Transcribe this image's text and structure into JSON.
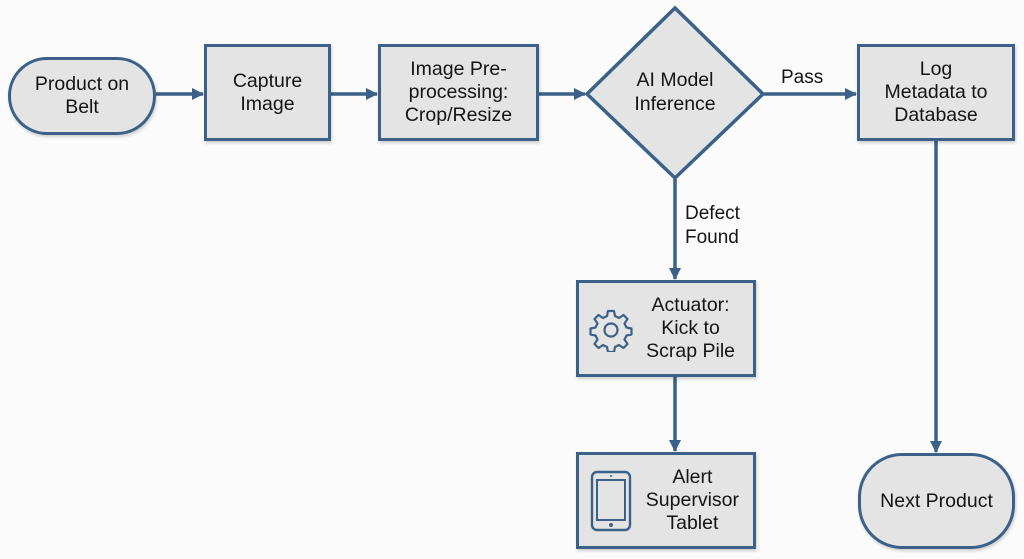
{
  "diagram": {
    "title": "Automated visual defect inspection flow",
    "colors": {
      "stroke": "#3b6188",
      "fill": "#e4e4e4",
      "text": "#141414",
      "background": "#fbfbfb"
    },
    "nodes": {
      "start": {
        "label": "Product on\nBelt",
        "shape": "terminator"
      },
      "capture": {
        "label": "Capture\nImage",
        "shape": "process"
      },
      "preprocess": {
        "label": "Image Pre-\nprocessing:\nCrop/Resize",
        "shape": "process"
      },
      "inference": {
        "label": "AI Model\nInference",
        "shape": "decision"
      },
      "log": {
        "label": "Log\nMetadata to\nDatabase",
        "shape": "process"
      },
      "actuator": {
        "label": "Actuator:\nKick to\nScrap Pile",
        "shape": "process",
        "icon": "gear-icon"
      },
      "alert": {
        "label": "Alert\nSupervisor\nTablet",
        "shape": "process",
        "icon": "tablet-icon"
      },
      "end": {
        "label": "Next Product",
        "shape": "terminator"
      }
    },
    "edges": [
      {
        "from": "start",
        "to": "capture",
        "label": ""
      },
      {
        "from": "capture",
        "to": "preprocess",
        "label": ""
      },
      {
        "from": "preprocess",
        "to": "inference",
        "label": ""
      },
      {
        "from": "inference",
        "to": "log",
        "label": "Pass"
      },
      {
        "from": "inference",
        "to": "actuator",
        "label": "Defect\nFound"
      },
      {
        "from": "actuator",
        "to": "alert",
        "label": ""
      },
      {
        "from": "log",
        "to": "end",
        "label": ""
      }
    ],
    "edge_labels": {
      "pass": "Pass",
      "defect": "Defect\nFound"
    }
  }
}
